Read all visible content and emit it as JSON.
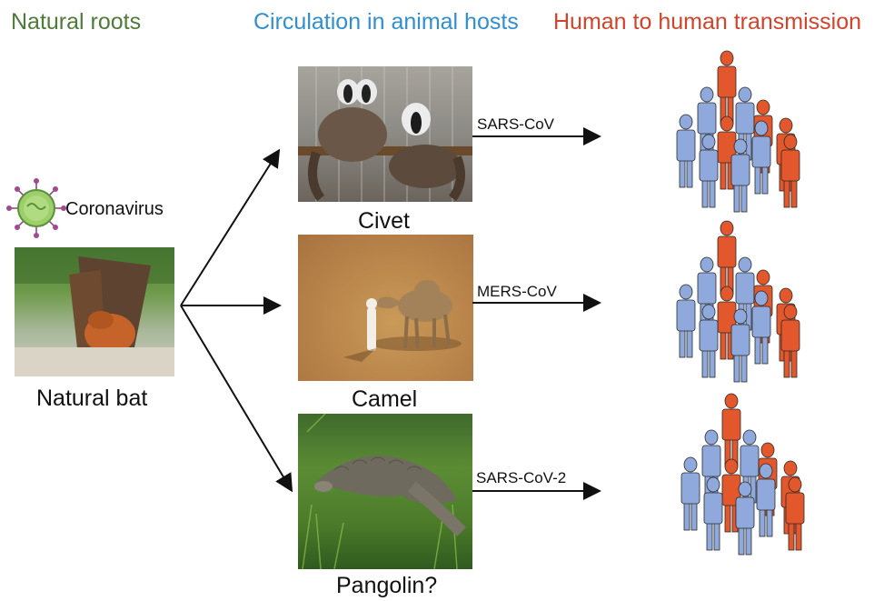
{
  "headers": {
    "natural_roots": "Natural roots",
    "circulation": "Circulation in animal hosts",
    "human_transmission": "Human to human transmission"
  },
  "bat": {
    "virus_label": "Coronavirus",
    "caption": "Natural bat"
  },
  "hosts": [
    {
      "caption": "Civet",
      "virus": "SARS-CoV"
    },
    {
      "caption": "Camel",
      "virus": "MERS-CoV"
    },
    {
      "caption": "Pangolin?",
      "virus": "SARS-CoV-2"
    }
  ],
  "colors": {
    "natural_roots": "#4e7a3a",
    "circulation": "#2f8fcf",
    "human_transmission": "#d2432a",
    "person_blue": "#8fa9dd",
    "person_orange": "#e2572b"
  }
}
